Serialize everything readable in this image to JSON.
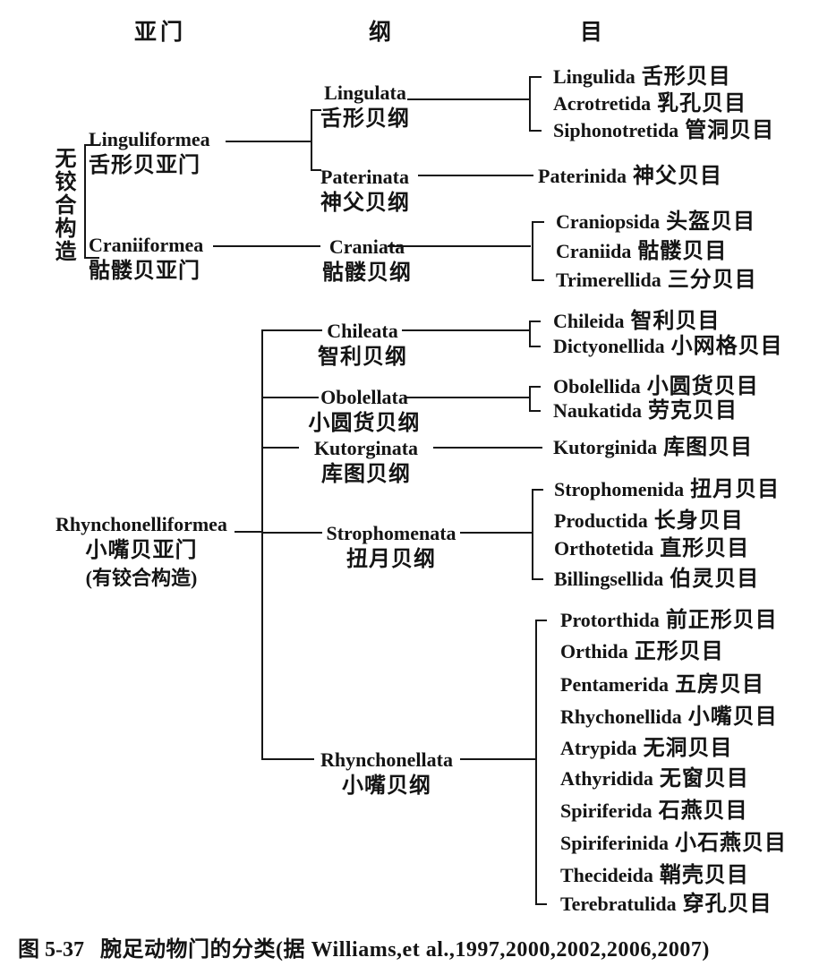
{
  "headers": {
    "subphylum": "亚门",
    "class": "纲",
    "order": "目"
  },
  "side_label": "无铰合构造",
  "caption": {
    "figure": "图 5-37",
    "text": "腕足动物门的分类(据 Williams,et al.,1997,2000,2002,2006,2007)"
  },
  "colors": {
    "ink": "#161616",
    "background": "#ffffff"
  },
  "tree": {
    "subphyla": [
      {
        "latin": "Linguliformea",
        "chinese": "舌形贝亚门",
        "classes": [
          {
            "latin": "Lingulata",
            "chinese": "舌形贝纲",
            "orders": [
              {
                "latin": "Lingulida",
                "chinese": "舌形贝目"
              },
              {
                "latin": "Acrotretida",
                "chinese": "乳孔贝目"
              },
              {
                "latin": "Siphonotretida",
                "chinese": "管洞贝目"
              }
            ]
          },
          {
            "latin": "Paterinata",
            "chinese": "神父贝纲",
            "orders": [
              {
                "latin": "Paterinida",
                "chinese": "神父贝目"
              }
            ]
          }
        ]
      },
      {
        "latin": "Craniiformea",
        "chinese": "骷髅贝亚门",
        "classes": [
          {
            "latin": "Craniata",
            "chinese": "骷髅贝纲",
            "orders": [
              {
                "latin": "Craniopsida",
                "chinese": "头盔贝目"
              },
              {
                "latin": "Craniida",
                "chinese": "骷髅贝目"
              },
              {
                "latin": "Trimerellida",
                "chinese": "三分贝目"
              }
            ]
          }
        ]
      },
      {
        "latin": "Rhynchonelliformea",
        "chinese": "小嘴贝亚门",
        "note": "(有铰合构造)",
        "classes": [
          {
            "latin": "Chileata",
            "chinese": "智利贝纲",
            "orders": [
              {
                "latin": "Chileida",
                "chinese": "智利贝目"
              },
              {
                "latin": "Dictyonellida",
                "chinese": "小网格贝目"
              }
            ]
          },
          {
            "latin": "Obolellata",
            "chinese": "小圆货贝纲",
            "orders": [
              {
                "latin": "Obolellida",
                "chinese": "小圆货贝目"
              },
              {
                "latin": "Naukatida",
                "chinese": "劳克贝目"
              }
            ]
          },
          {
            "latin": "Kutorginata",
            "chinese": "库图贝纲",
            "orders": [
              {
                "latin": "Kutorginida",
                "chinese": "库图贝目"
              }
            ]
          },
          {
            "latin": "Strophomenata",
            "chinese": "扭月贝纲",
            "orders": [
              {
                "latin": "Strophomenida",
                "chinese": "扭月贝目"
              },
              {
                "latin": "Productida",
                "chinese": "长身贝目"
              },
              {
                "latin": "Orthotetida",
                "chinese": "直形贝目"
              },
              {
                "latin": "Billingsellida",
                "chinese": "伯灵贝目"
              }
            ]
          },
          {
            "latin": "Rhynchonellata",
            "chinese": "小嘴贝纲",
            "orders": [
              {
                "latin": "Protorthida",
                "chinese": "前正形贝目"
              },
              {
                "latin": "Orthida",
                "chinese": "正形贝目"
              },
              {
                "latin": "Pentamerida",
                "chinese": "五房贝目"
              },
              {
                "latin": "Rhychonellida",
                "chinese": "小嘴贝目"
              },
              {
                "latin": "Atrypida",
                "chinese": "无洞贝目"
              },
              {
                "latin": "Athyridida",
                "chinese": "无窗贝目"
              },
              {
                "latin": "Spiriferida",
                "chinese": "石燕贝目"
              },
              {
                "latin": "Spiriferinida",
                "chinese": "小石燕贝目"
              },
              {
                "latin": "Thecideida",
                "chinese": "鞘壳贝目"
              },
              {
                "latin": "Terebratulida",
                "chinese": "穿孔贝目"
              }
            ]
          }
        ]
      }
    ]
  }
}
